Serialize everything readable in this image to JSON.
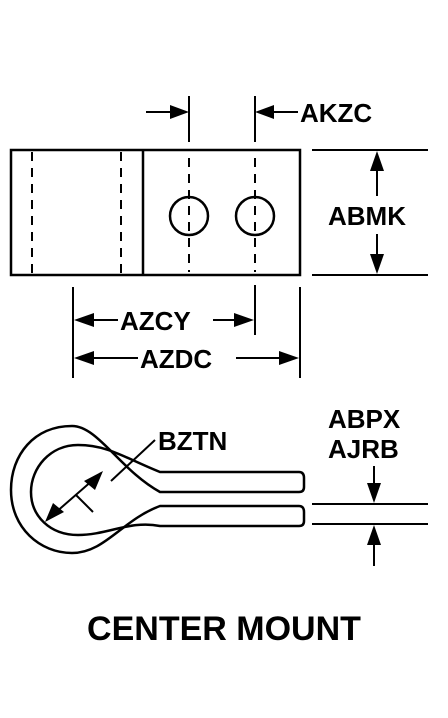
{
  "labels": {
    "akzc": "AKZC",
    "abmk": "ABMK",
    "azcy": "AZCY",
    "azdc": "AZDC",
    "bztn": "BZTN",
    "abpx": "ABPX",
    "ajrb": "AJRB",
    "caption": "CENTER MOUNT"
  }
}
